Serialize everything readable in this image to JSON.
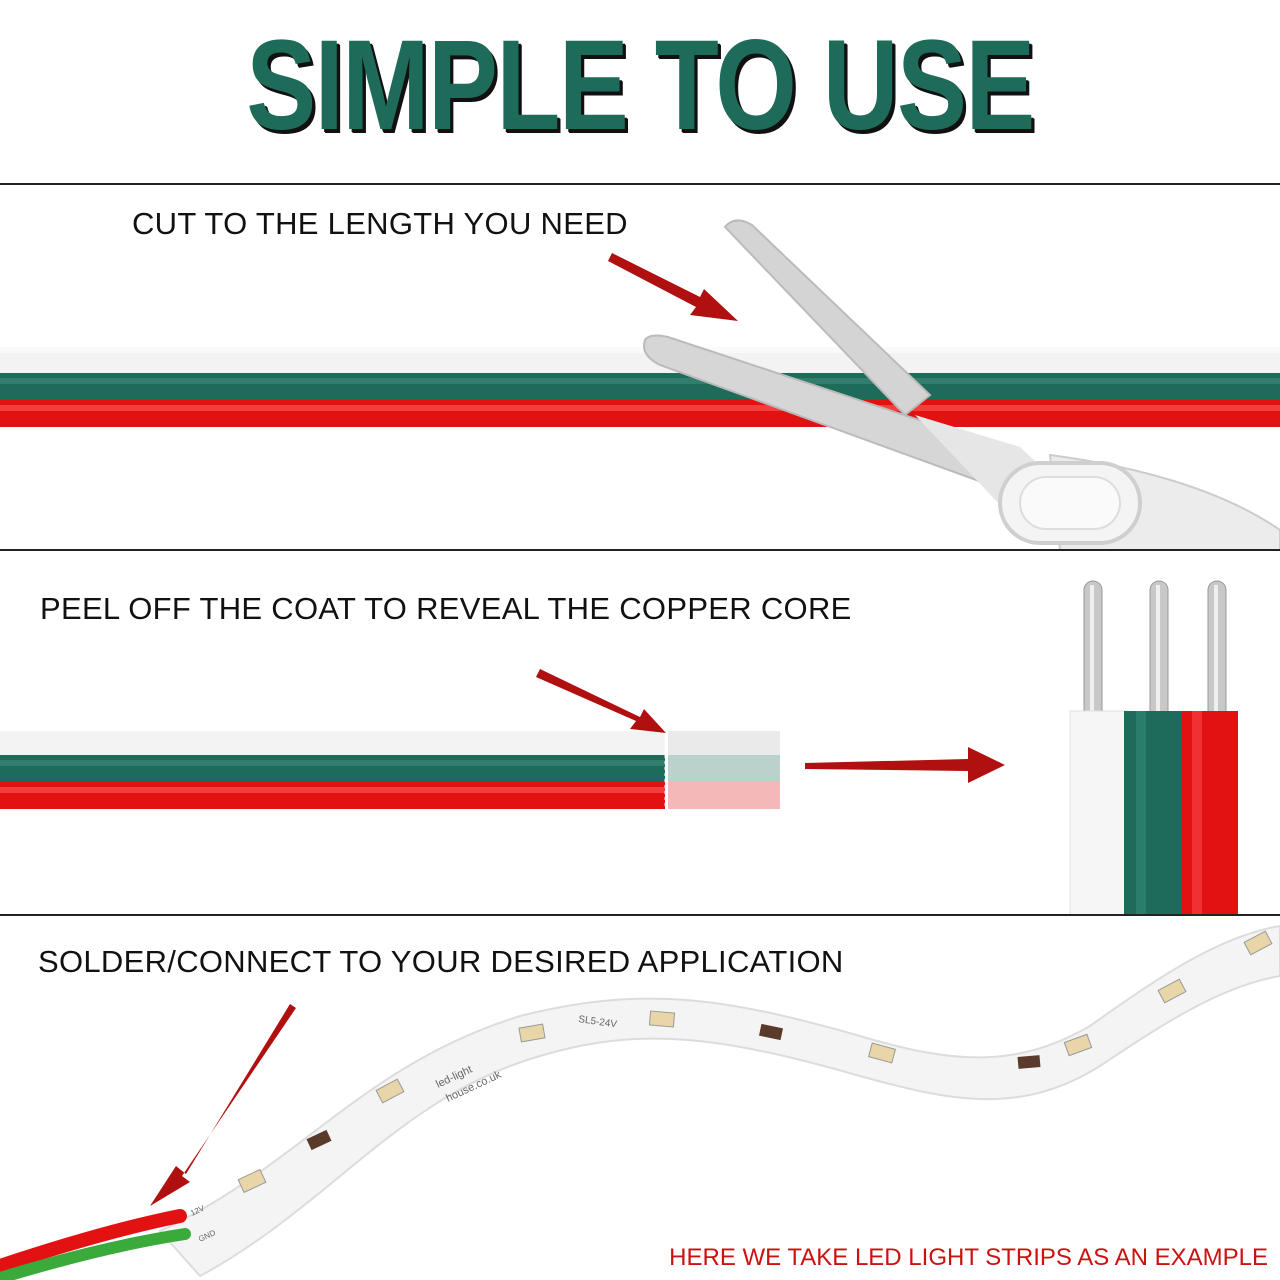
{
  "title": "SIMPLE TO USE",
  "steps": [
    {
      "label": "CUT TO THE LENGTH YOU NEED"
    },
    {
      "label": "PEEL OFF THE COAT TO REVEAL THE COPPER CORE"
    },
    {
      "label": "SOLDER/CONNECT TO YOUR DESIRED APPLICATION"
    }
  ],
  "footer": "HERE WE TAKE LED LIGHT STRIPS AS AN EXAMPLE",
  "strip_print": {
    "brand_line1": "led-light",
    "brand_line2": "house.co.uk",
    "voltage": "SL5-24V",
    "pad_12v": "12V",
    "pad_gnd": "GND"
  },
  "colors": {
    "title": "#1e6b5a",
    "wire_white": "#f2f2f2",
    "wire_green": "#1e6b5a",
    "wire_red": "#e31212",
    "arrow": "#b01010",
    "copper": "#c8c8c8"
  },
  "icons": [
    "scissors-icon",
    "arrow-icon",
    "wire-cross-section-icon",
    "led-strip-icon"
  ]
}
